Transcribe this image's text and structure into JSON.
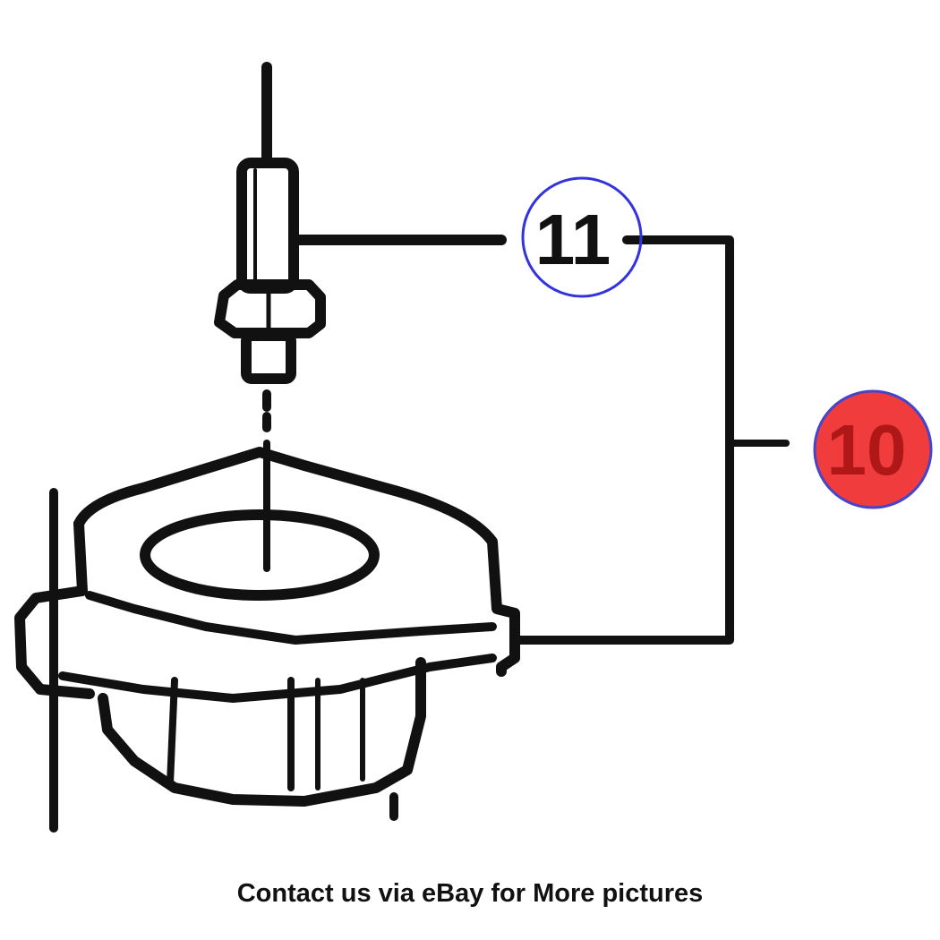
{
  "callouts": [
    {
      "label": "11",
      "style": "outline",
      "ring_color": "#3333dd"
    },
    {
      "label": "10",
      "style": "filled",
      "fill_color": "#f03c3c",
      "ring_color": "#4444cc"
    }
  ],
  "caption": "Contact us via eBay for More pictures",
  "colors": {
    "ink": "#111111",
    "background": "#ffffff"
  }
}
